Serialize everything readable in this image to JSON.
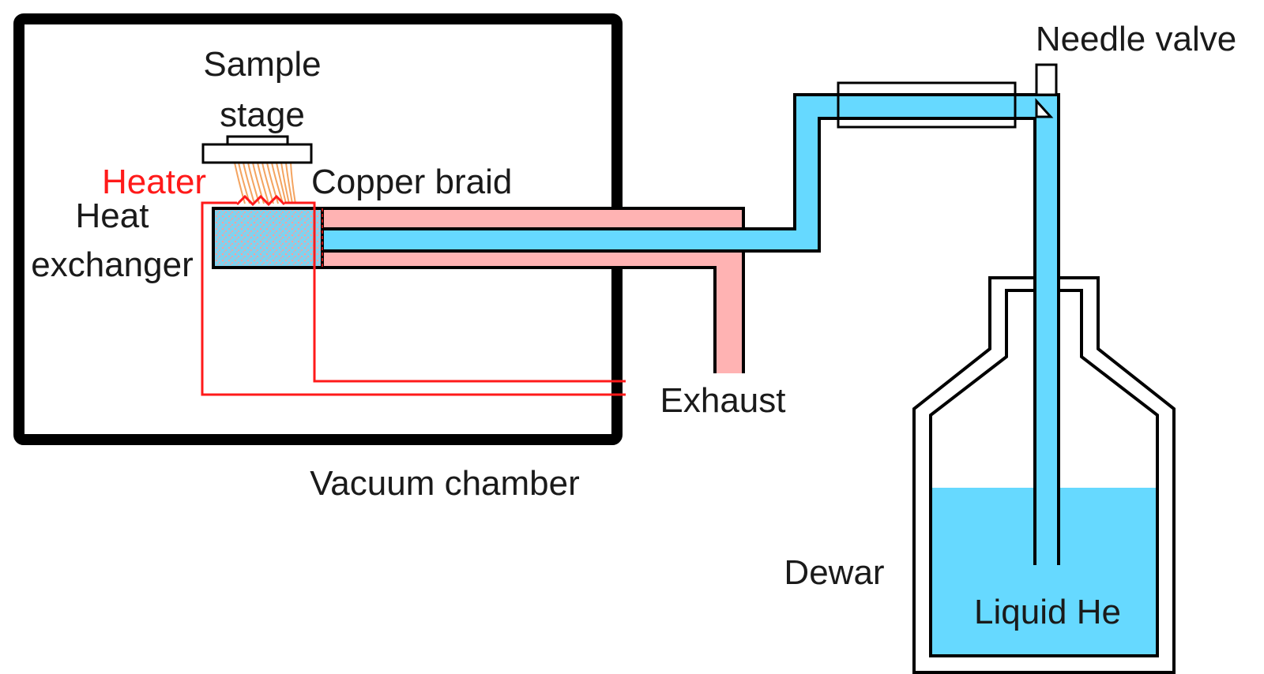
{
  "labels": {
    "sample_stage_line1": "Sample",
    "sample_stage_line2": "stage",
    "heater": "Heater",
    "copper_braid": "Copper braid",
    "heat_exchanger_line1": "Heat",
    "heat_exchanger_line2": "exchanger",
    "needle_valve": "Needle valve",
    "exhaust": "Exhaust",
    "vacuum_chamber": "Vacuum chamber",
    "dewar": "Dewar",
    "liquid_he": "Liquid He"
  },
  "colors": {
    "helium": "#66d9ff",
    "exhaust_gas": "#ffb3b3",
    "heater_wire": "#ff1a1a",
    "copper_braid": "#f4a460",
    "outline": "#000000",
    "text": "#1a1a1a"
  }
}
